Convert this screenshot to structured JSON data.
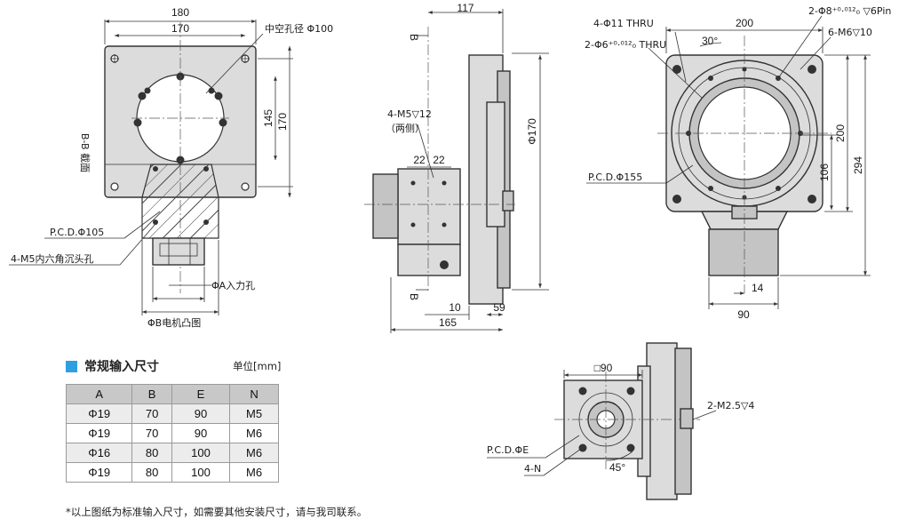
{
  "front_view": {
    "dim_width_outer": "180",
    "dim_width_inner": "170",
    "dim_height_inner": "145",
    "dim_height_outer": "170",
    "hollow_hole_label": "中空孔径 Φ100",
    "section_label": "B-B 截面",
    "pcd_label": "P.C.D.Φ105",
    "screw_label": "4-M5内六角沉头孔",
    "input_hole_label": "ΦA入力孔",
    "motor_boss_label": "ΦB电机凸图"
  },
  "side_view": {
    "dim_top": "117",
    "section_marker_top": "B",
    "section_marker_bottom": "B",
    "tapped_holes_label": "4-M5▽12",
    "both_sides_label": "（两侧）",
    "dim_22_left": "22",
    "dim_22_right": "22",
    "dim_diameter": "Φ170",
    "dim_bottom_left": "10",
    "dim_bottom_right": "59",
    "dim_total": "165"
  },
  "top_view": {
    "thru_holes_label": "4-Φ11 THRU",
    "pin_holes_label": "2-Φ6⁺⁰·⁰¹²₀ THRU",
    "dim_width": "200",
    "angle_label": "30°",
    "dowel_label": "2-Φ8⁺⁰·⁰¹²₀ ▽6Pin",
    "tapped_label": "6-M6▽10",
    "dim_height": "200",
    "dim_total_height": "294",
    "dim_106": "106",
    "pcd_label": "P.C.D.Φ155",
    "dim_14": "14",
    "dim_90": "90"
  },
  "bottom_view": {
    "dim_square": "□90",
    "tapped_label": "2-M2.5▽4",
    "pcd_label": "P.C.D.ΦE",
    "holes_label": "4-N",
    "angle_label": "45°"
  },
  "table": {
    "title": "常规输入尺寸",
    "unit": "单位[mm]",
    "headers": [
      "A",
      "B",
      "E",
      "N"
    ],
    "rows": [
      [
        "Φ19",
        "70",
        "90",
        "M5"
      ],
      [
        "Φ19",
        "70",
        "90",
        "M6"
      ],
      [
        "Φ16",
        "80",
        "100",
        "M6"
      ],
      [
        "Φ19",
        "80",
        "100",
        "M6"
      ]
    ]
  },
  "footnote": "*以上图纸为标准输入尺寸，如需要其他安装尺寸，请与我司联系。",
  "colors": {
    "accent_square": "#2e9fe0",
    "table_header_bg": "#c8c8c8",
    "table_stripe_bg": "#ececec",
    "part_fill": "#dcdcdc",
    "line": "#333333"
  }
}
